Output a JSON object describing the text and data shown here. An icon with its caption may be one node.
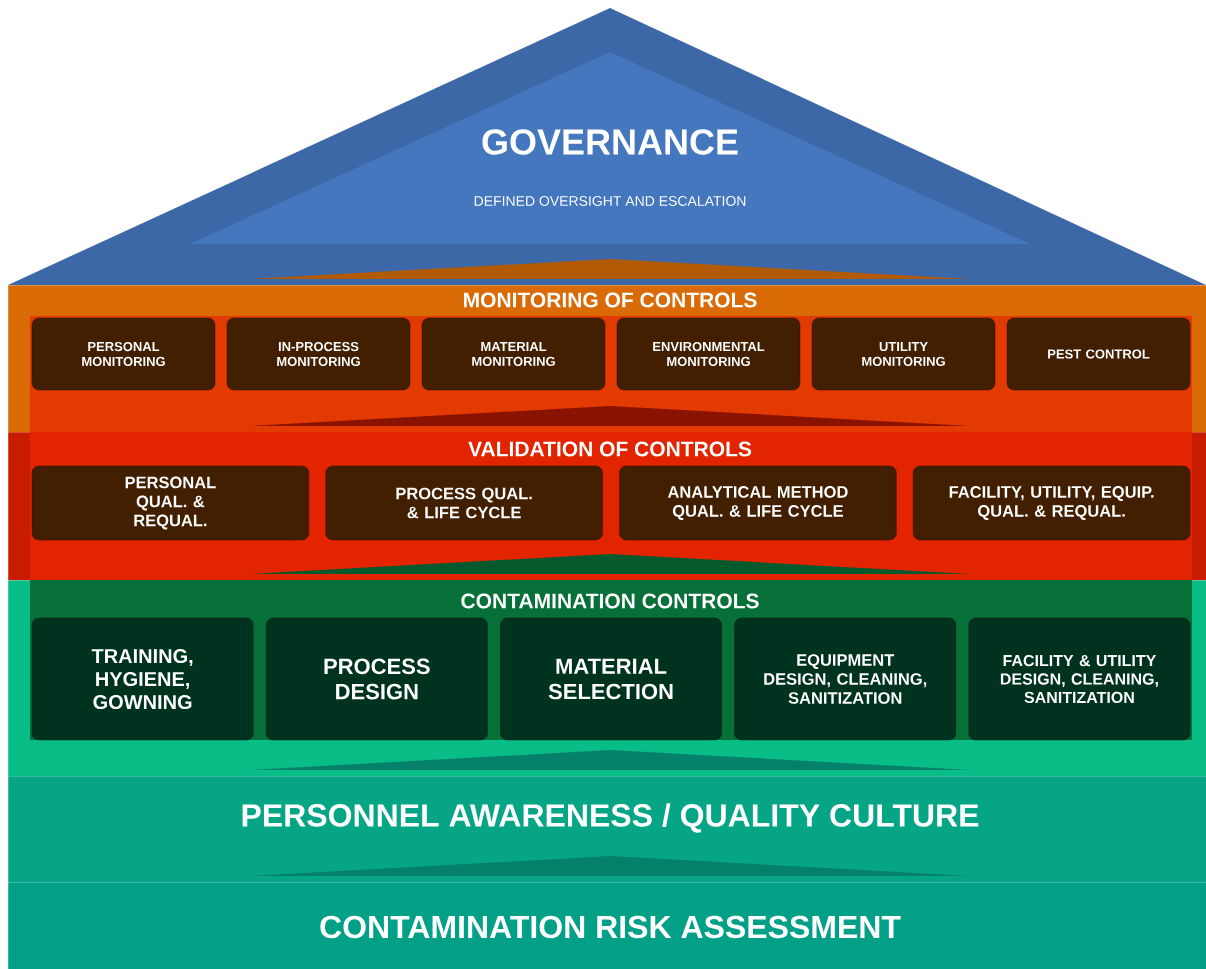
{
  "diagram": {
    "nodes": [
      {
        "text": [
          "GOVERNANCE",
          "DEFINED OVERSIGHT AND ESCALATION"
        ]
      },
      {
        "text": [
          "MONITORING OF CONTROLS"
        ]
      },
      {
        "text": [
          "PERSONAL MONITORING"
        ],
        "in": 1
      },
      {
        "text": [
          "IN-PROCESS MONITORING"
        ],
        "in": 1
      },
      {
        "text": [
          "MATERIAL MONITORING"
        ],
        "in": 1
      },
      {
        "text": [
          "ENVIRONMENTAL MONITORING"
        ],
        "in": 1
      },
      {
        "text": [
          "UTILITY MONITORING"
        ],
        "in": 1
      },
      {
        "text": [
          "PEST CONTROL"
        ],
        "in": 1
      },
      {
        "text": [
          "VALIDATION OF CONTROLS"
        ]
      },
      {
        "text": [
          "PERSONAL QUAL. & REQUAL."
        ],
        "in": 8
      },
      {
        "text": [
          "PROCESS QUAL. & LIFE CYCLE"
        ],
        "in": 8
      },
      {
        "text": [
          "ANALYTICAL METHOD QUAL. & LIFE CYCLE"
        ],
        "in": 8
      },
      {
        "text": [
          "FACILITY, UTILITY, EQUIP. QUAL. & REQUAL."
        ],
        "in": 8
      },
      {
        "text": [
          "CONTAMINATION CONTROLS"
        ]
      },
      {
        "text": [
          "TRAINING, HYGIENE, GOWNING"
        ],
        "in": 13
      },
      {
        "text": [
          "PROCESS DESIGN"
        ],
        "in": 13
      },
      {
        "text": [
          "MATERIAL SELECTION"
        ],
        "in": 13
      },
      {
        "text": [
          "EQUIPMENT DESIGN, CLEANING, SANITIZATION"
        ],
        "in": 13
      },
      {
        "text": [
          "FACILITY & UTILITY DESIGN, CLEANING, SANITIZATION"
        ],
        "in": 13
      },
      {
        "text": [
          "PERSONNEL AWARENESS / QUALITY CULTURE"
        ]
      },
      {
        "text": [
          "CONTAMINATION RISK ASSESSMENT"
        ]
      }
    ]
  }
}
